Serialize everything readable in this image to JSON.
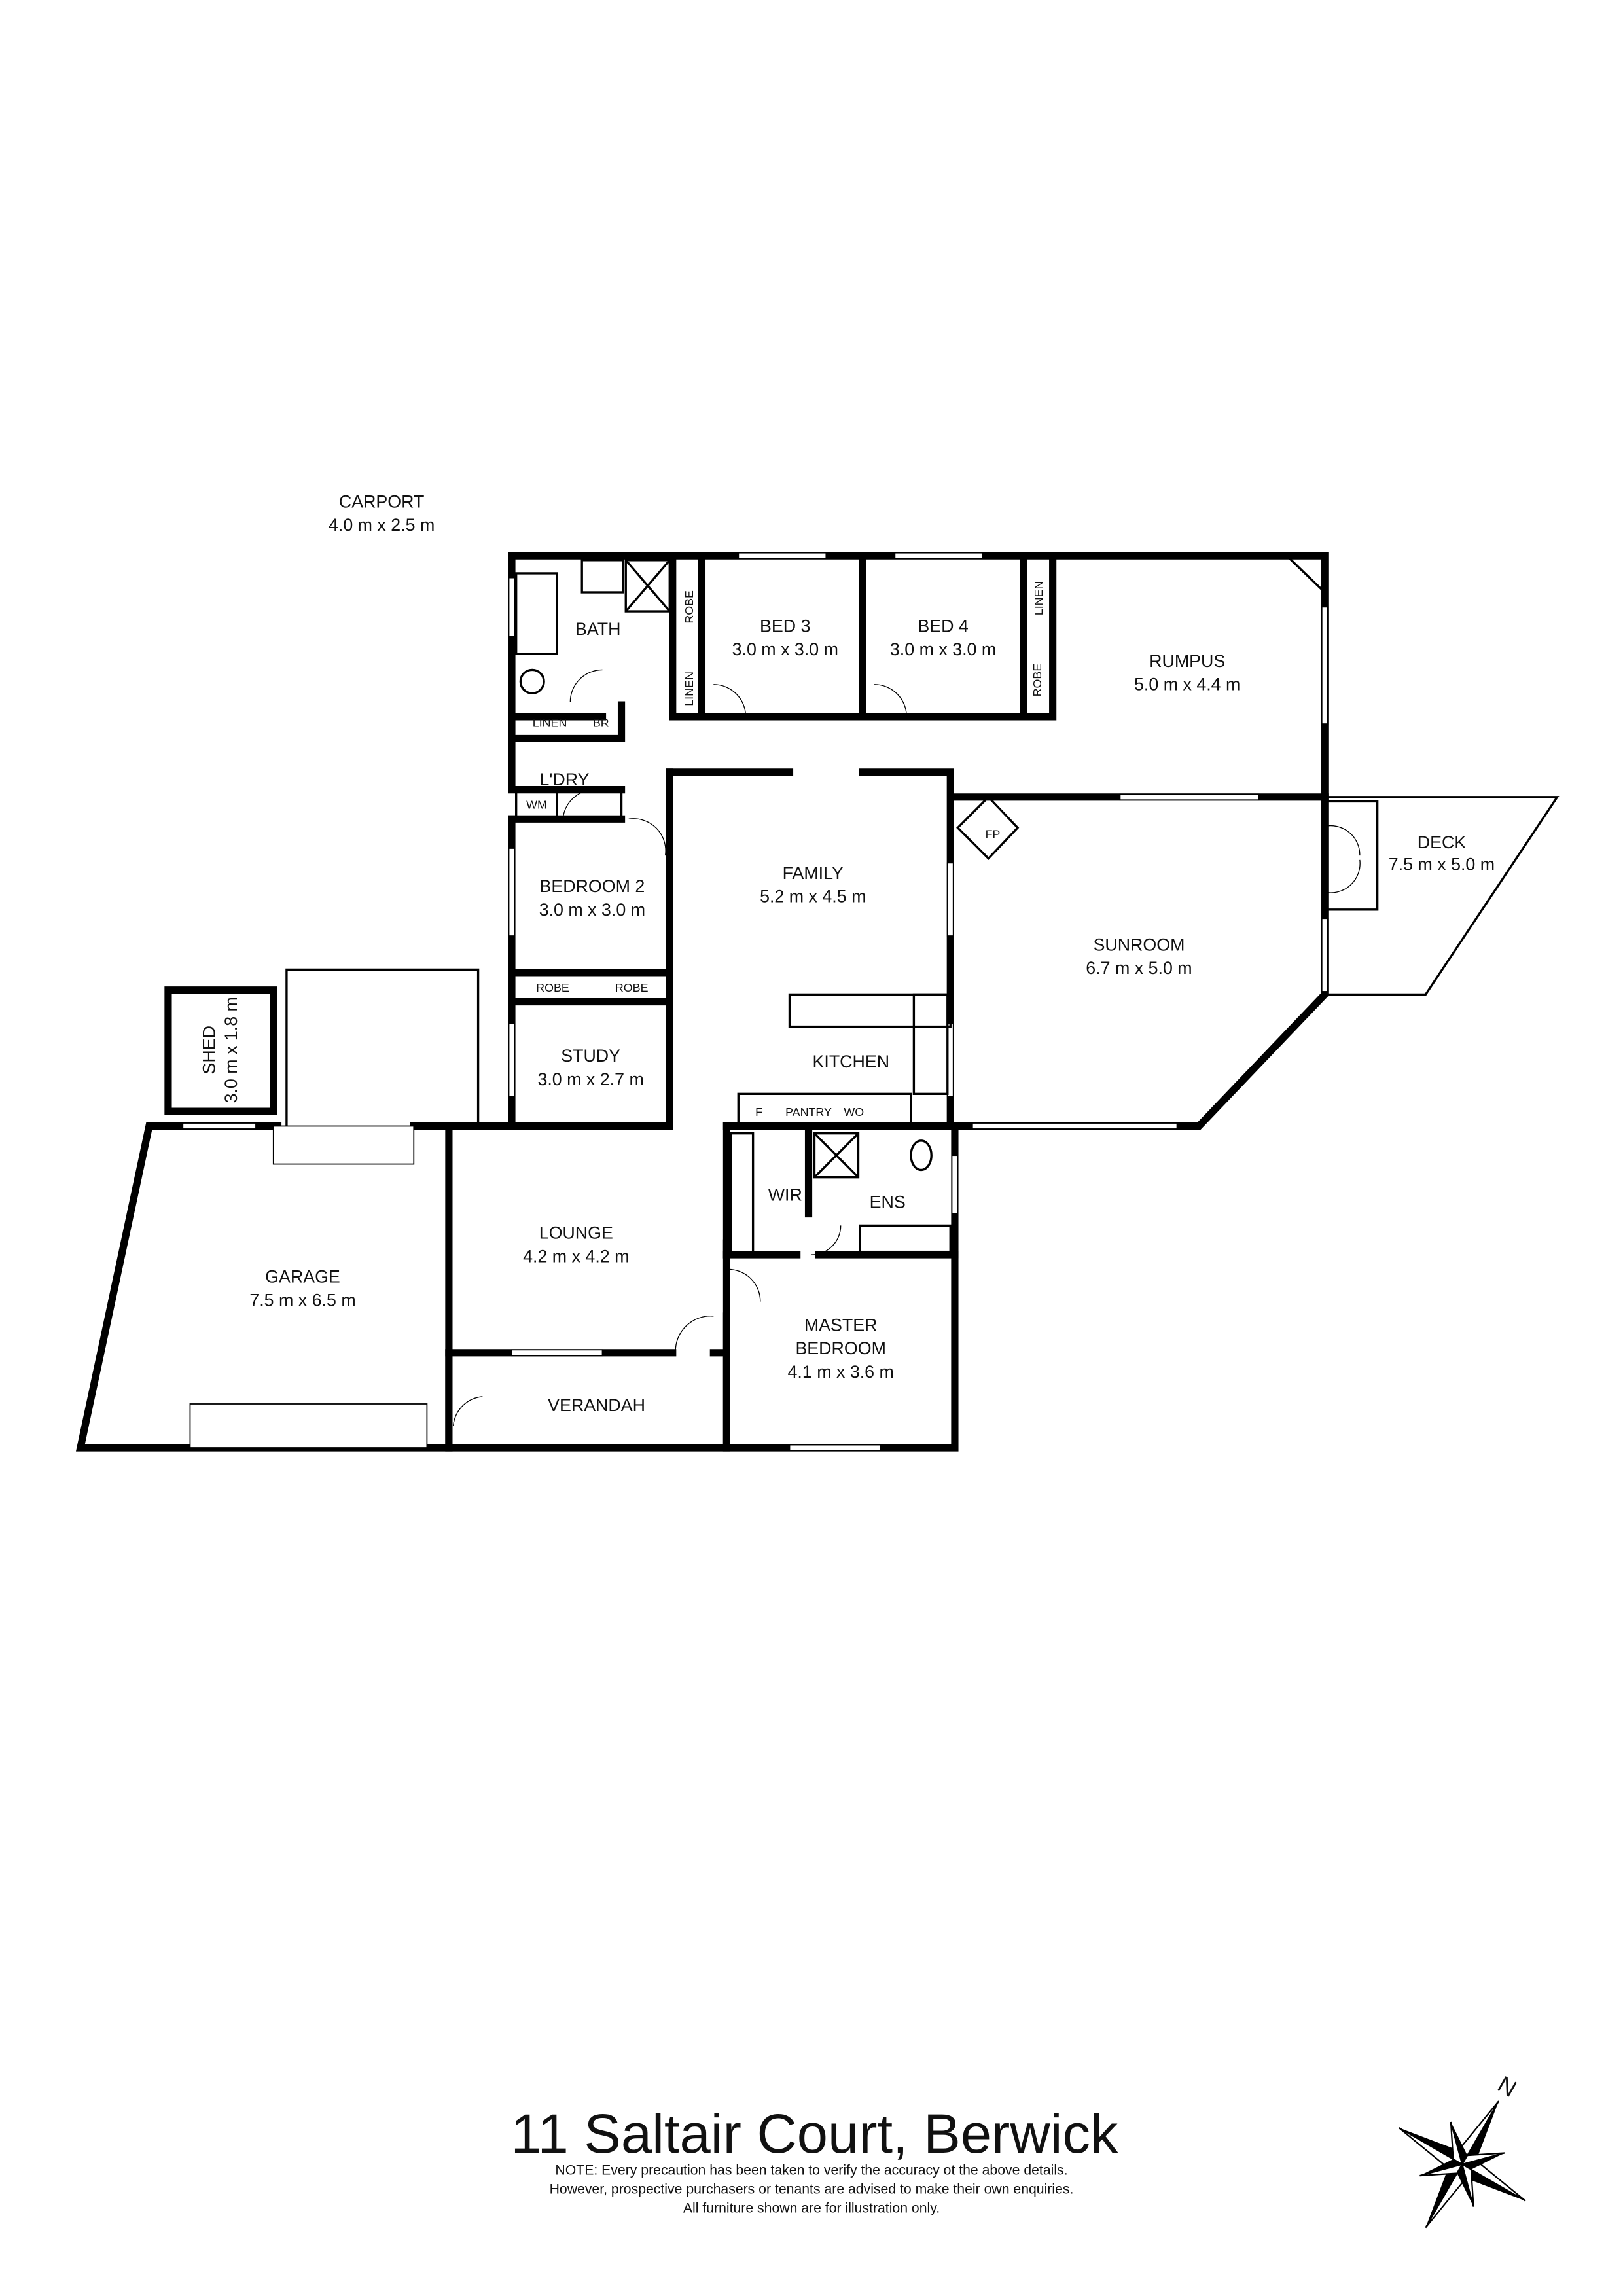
{
  "title": "11 Saltair Court, Berwick",
  "note": [
    "NOTE: Every precaution has been taken to verify the accuracy ot the above details.",
    "However, prospective purchasers or tenants are advised to make their own enquiries.",
    "All furniture shown are for illustration only."
  ],
  "rooms": {
    "bath": {
      "name": "BATH"
    },
    "bed3": {
      "name": "BED 3",
      "size": "3.0 m x 3.0 m"
    },
    "bed4": {
      "name": "BED 4",
      "size": "3.0 m x 3.0 m"
    },
    "rumpus": {
      "name": "RUMPUS",
      "size": "5.0 m x 4.4 m"
    },
    "laundry": {
      "name": "L'DRY"
    },
    "family": {
      "name": "FAMILY",
      "size": "5.2 m x 4.5 m"
    },
    "deck": {
      "name": "DECK",
      "size": "7.5 m x 5.0 m"
    },
    "bedroom2": {
      "name": "BEDROOM 2",
      "size": "3.0 m x 3.0 m"
    },
    "sunroom": {
      "name": "SUNROOM",
      "size": "6.7 m x 5.0 m"
    },
    "shed": {
      "name": "SHED",
      "size": "3.0 m x 1.8 m"
    },
    "carport": {
      "name": "CARPORT",
      "size": "4.0 m x 2.5 m"
    },
    "study": {
      "name": "STUDY",
      "size": "3.0 m x 2.7 m"
    },
    "kitchen": {
      "name": "KITCHEN"
    },
    "garage": {
      "name": "GARAGE",
      "size": "7.5 m x 6.5 m"
    },
    "lounge": {
      "name": "LOUNGE",
      "size": "4.2 m x 4.2 m"
    },
    "wir": {
      "name": "WIR"
    },
    "ens": {
      "name": "ENS"
    },
    "master": {
      "name": "MASTER",
      "name2": "BEDROOM",
      "size": "4.1 m x 3.6 m"
    },
    "verandah": {
      "name": "VERANDAH"
    }
  },
  "fixtures": {
    "robe": "ROBE",
    "linen": "LINEN",
    "br": "BR",
    "wm": "WM",
    "fp": "FP",
    "fridge": "F",
    "pantry": "PANTRY",
    "wo": "WO"
  },
  "compass": {
    "label": "N",
    "icon": "compass-rose-icon"
  }
}
